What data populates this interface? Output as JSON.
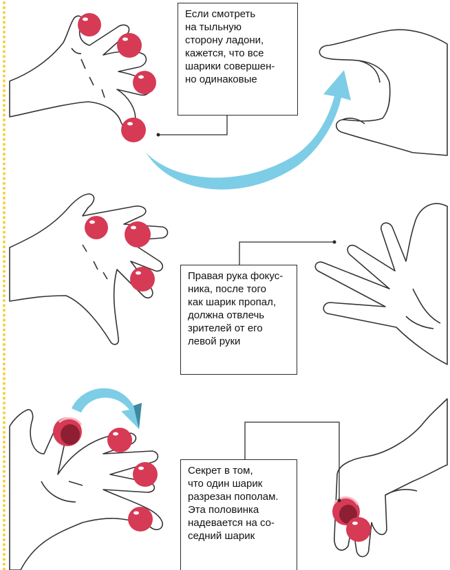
{
  "colors": {
    "ball": "#d63a55",
    "ball_dark": "#8e1f33",
    "ball_highlight": "#ffffff",
    "arrow": "#7dcde6",
    "arrow_dark": "#3e8a9e",
    "border_dots": "#f2d23a",
    "hand_outline": "#333333"
  },
  "callouts": [
    {
      "lines": [
        "Если смотреть",
        "на тыльную",
        "сторону ладони,",
        "кажется, что все",
        "шарики совершен-",
        "но одинаковые"
      ]
    },
    {
      "lines": [
        "Правая рука фокус-",
        "ника, после того",
        "как шарик пропал,",
        "должна отвлечь",
        "зрителей от его",
        "левой руки"
      ]
    },
    {
      "lines": [
        "Секрет в том,",
        "что один шарик",
        "разрезан пополам.",
        "Эта половинка",
        "надевается на со-",
        "седний шарик"
      ]
    }
  ],
  "icons": [
    "hand-back-four-balls",
    "hand-right-pinch",
    "hand-back-three-balls",
    "hand-right-open",
    "hand-palm-three-balls",
    "hand-right-half-ball",
    "curved-arrow"
  ]
}
